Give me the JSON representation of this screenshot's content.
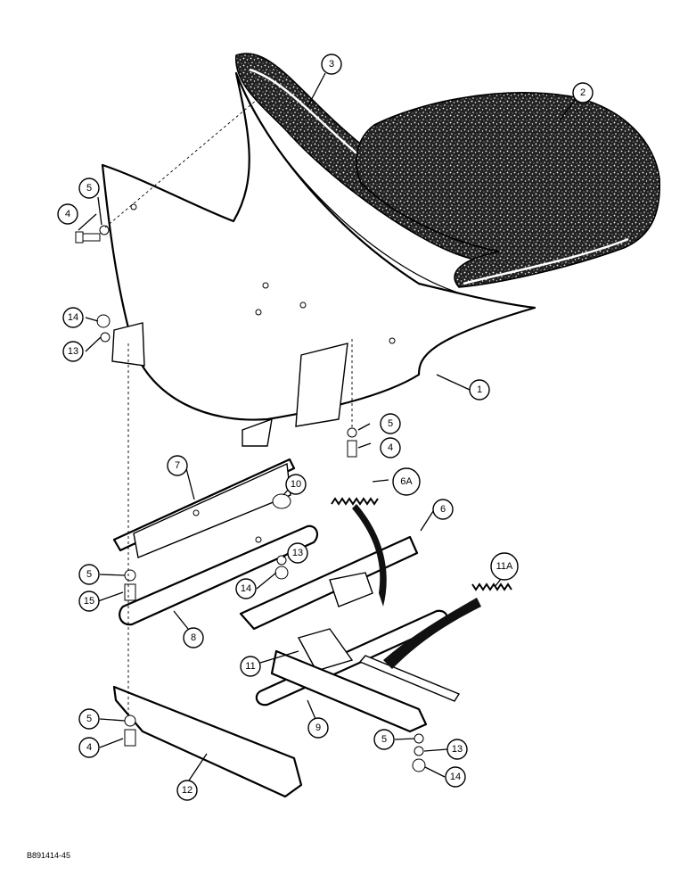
{
  "figure_code": "B891414-45",
  "callouts": [
    "1",
    "2",
    "3",
    "4",
    "5",
    "6",
    "6A",
    "7",
    "8",
    "9",
    "10",
    "11",
    "11A",
    "12",
    "13",
    "14",
    "15"
  ]
}
